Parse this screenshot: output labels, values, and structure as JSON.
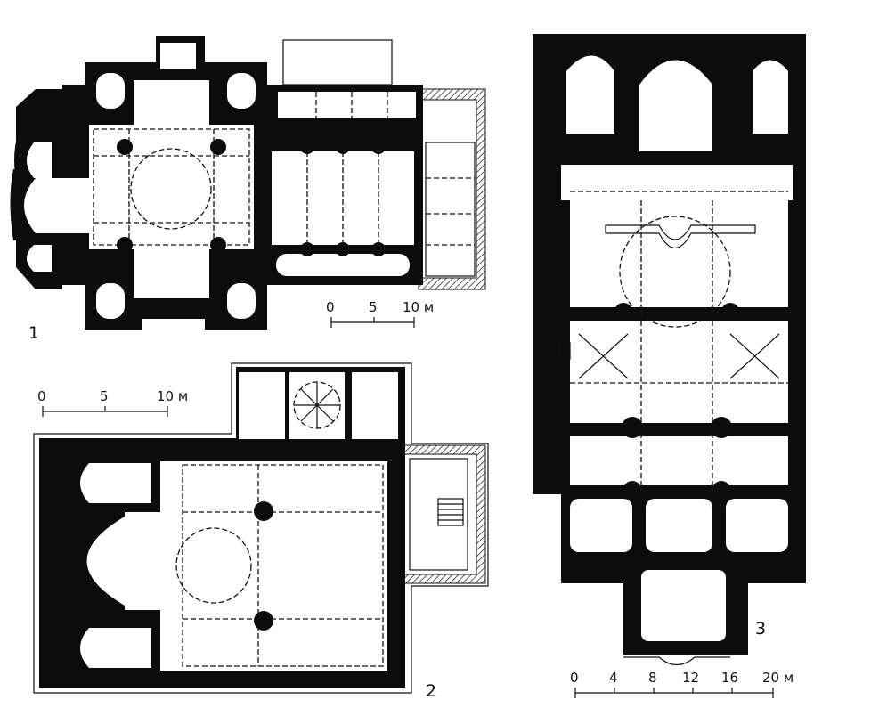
{
  "plans": [
    {
      "label": "1"
    },
    {
      "label": "2"
    },
    {
      "label": "3"
    }
  ],
  "scale_bars": [
    {
      "ticks": [
        "0",
        "5",
        "10 м"
      ]
    },
    {
      "ticks": [
        "0",
        "5",
        "10 м"
      ]
    },
    {
      "ticks": [
        "0",
        "4",
        "8",
        "12",
        "16",
        "20 м"
      ]
    }
  ],
  "colors": {
    "ink": "#0c0c0c",
    "paper": "#ffffff"
  }
}
